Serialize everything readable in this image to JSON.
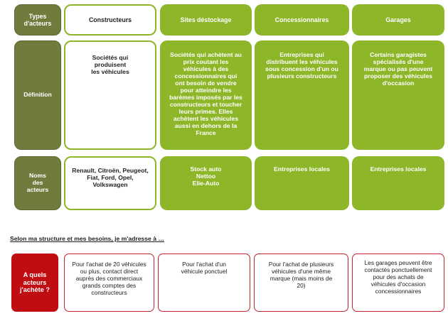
{
  "columns": {
    "row_header": "Types\nd'acteurs",
    "constructeurs": "Constructeurs",
    "sites": "Sites déstockage",
    "concessionnaires": "Concessionnaires",
    "garages": "Garages"
  },
  "definition": {
    "row_header": "Définition",
    "constructeurs": "Sociétés qui\nproduisent\nles véhicules",
    "sites": "Sociétés qui achètent au\nprix coutant les\nvéhicules à des\nconcessionnaires  qui\nont besoin de vendre\npour atteindre les\nbarèmes imposés par les\nconstructeurs et toucher\nleurs primes. Elles\nachètent les véhicules\naussi en dehors de la\nFrance",
    "concessionnaires": "Entreprises qui\ndistribuent les véhicules\nsous concession d'un ou\nplusieurs constructeurs",
    "garages": "Certains garagistes\nspécialisés d'une\nmarque ou pas peuvent\nproposer des véhicules\nd'occasion"
  },
  "noms": {
    "row_header": "Noms\ndes\nacteurs",
    "constructeurs": "Renault, Citroën, Peugeot,\nFiat, Ford, Opel,\nVolkswagen",
    "sites": "Stock auto\nNettoo\nElie-Auto",
    "concessionnaires": "Entreprises locales",
    "garages": "Entreprises locales"
  },
  "section_label": "Selon ma structure et mes besoins, je m'adresse à …",
  "achat": {
    "row_header": "A quels\nacteurs\nj'achète ?",
    "constructeurs": "Pour l'achat de 20 véhicules\nou plus, contact direct\nauprès des commerciaux\ngrands comptes des\nconstructeurs",
    "sites": "Pour l'achat d'un\nvéhicule ponctuel",
    "concessionnaires": "Pour l'achat de plusieurs\nvéhicules d'une même\nmarque (mais moins de\n20)",
    "garages": "Les garages peuvent être\ncontactés ponctuellement\npour des achats de\nvéhicules d'occasion\nconcessionnaires"
  },
  "colors": {
    "olive": "#6f7c3d",
    "green": "#8db629",
    "red": "#c00d12"
  }
}
